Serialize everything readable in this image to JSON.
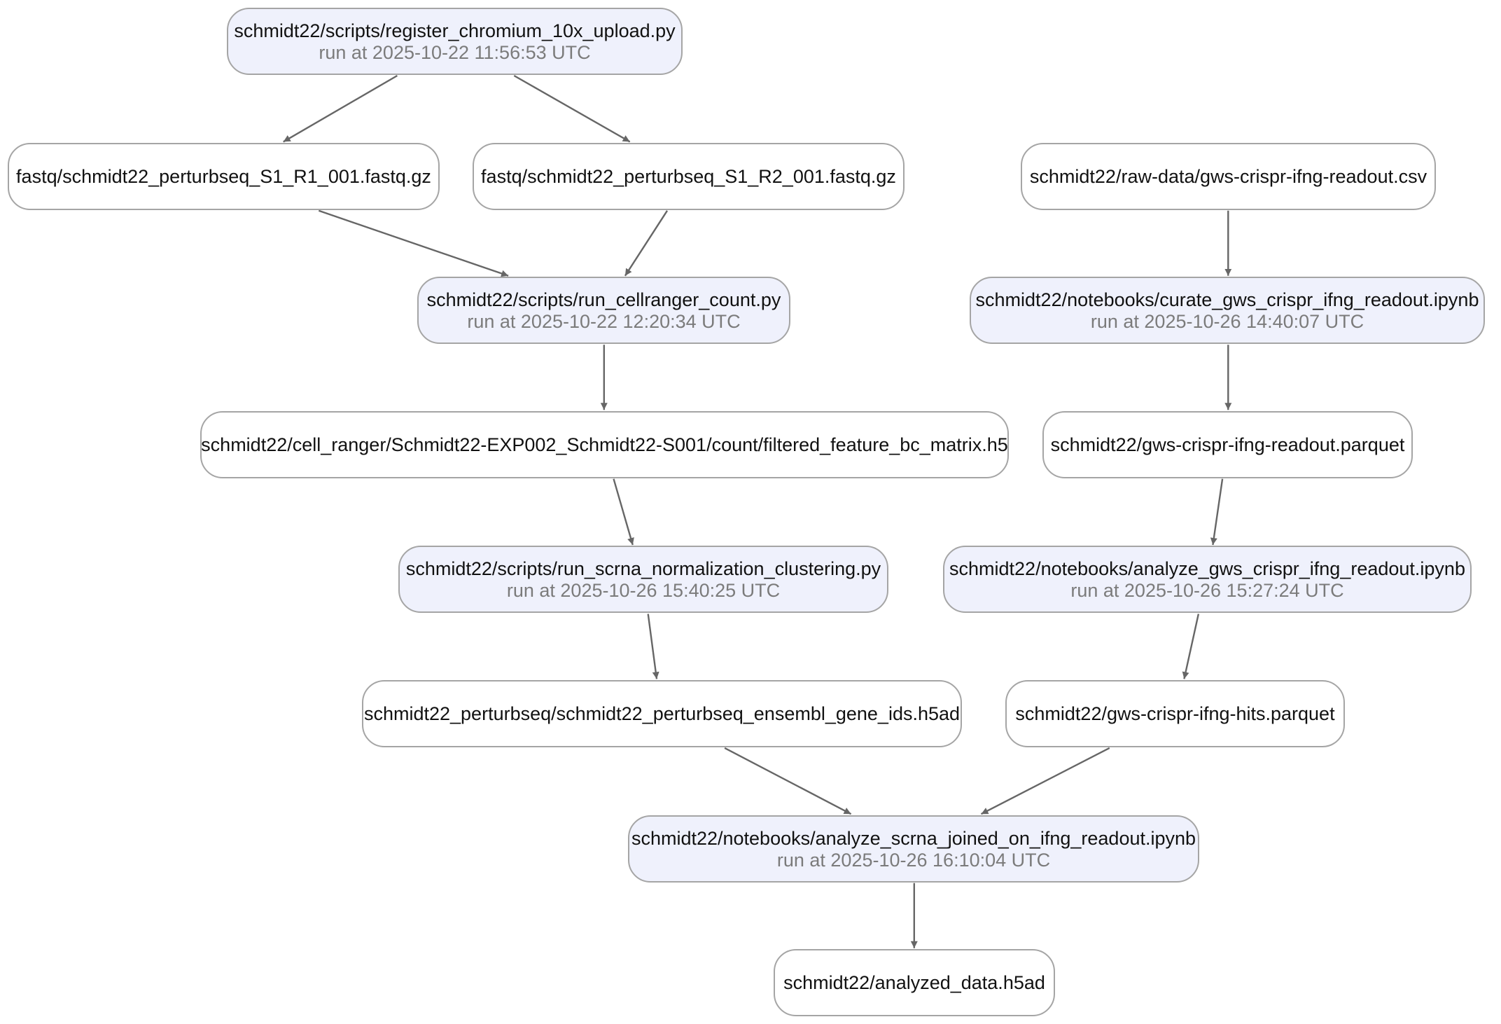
{
  "graph": {
    "nodes": [
      {
        "id": "n1",
        "kind": "run",
        "title": "schmidt22/scripts/register_chromium_10x_upload.py",
        "subtitle": "run at 2025-10-22 11:56:53 UTC"
      },
      {
        "id": "n2",
        "kind": "artifact",
        "title": "fastq/schmidt22_perturbseq_S1_R1_001.fastq.gz"
      },
      {
        "id": "n3",
        "kind": "artifact",
        "title": "fastq/schmidt22_perturbseq_S1_R2_001.fastq.gz"
      },
      {
        "id": "n4",
        "kind": "artifact",
        "title": "schmidt22/raw-data/gws-crispr-ifng-readout.csv"
      },
      {
        "id": "n5",
        "kind": "run",
        "title": "schmidt22/scripts/run_cellranger_count.py",
        "subtitle": "run at 2025-10-22 12:20:34 UTC"
      },
      {
        "id": "n6",
        "kind": "run",
        "title": "schmidt22/notebooks/curate_gws_crispr_ifng_readout.ipynb",
        "subtitle": "run at 2025-10-26 14:40:07 UTC"
      },
      {
        "id": "n7",
        "kind": "artifact",
        "title": "schmidt22/cell_ranger/Schmidt22-EXP002_Schmidt22-S001/count/filtered_feature_bc_matrix.h5"
      },
      {
        "id": "n8",
        "kind": "artifact",
        "title": "schmidt22/gws-crispr-ifng-readout.parquet"
      },
      {
        "id": "n9",
        "kind": "run",
        "title": "schmidt22/scripts/run_scrna_normalization_clustering.py",
        "subtitle": "run at 2025-10-26 15:40:25 UTC"
      },
      {
        "id": "n10",
        "kind": "run",
        "title": "schmidt22/notebooks/analyze_gws_crispr_ifng_readout.ipynb",
        "subtitle": "run at 2025-10-26 15:27:24 UTC"
      },
      {
        "id": "n11",
        "kind": "artifact",
        "title": "schmidt22_perturbseq/schmidt22_perturbseq_ensembl_gene_ids.h5ad"
      },
      {
        "id": "n12",
        "kind": "artifact",
        "title": "schmidt22/gws-crispr-ifng-hits.parquet"
      },
      {
        "id": "n13",
        "kind": "run",
        "title": "schmidt22/notebooks/analyze_scrna_joined_on_ifng_readout.ipynb",
        "subtitle": "run at 2025-10-26 16:10:04 UTC"
      },
      {
        "id": "n14",
        "kind": "artifact",
        "title": "schmidt22/analyzed_data.h5ad"
      }
    ],
    "edges": [
      [
        "n1",
        "n2"
      ],
      [
        "n1",
        "n3"
      ],
      [
        "n2",
        "n5"
      ],
      [
        "n3",
        "n5"
      ],
      [
        "n5",
        "n7"
      ],
      [
        "n7",
        "n9"
      ],
      [
        "n9",
        "n11"
      ],
      [
        "n4",
        "n6"
      ],
      [
        "n6",
        "n8"
      ],
      [
        "n8",
        "n10"
      ],
      [
        "n10",
        "n12"
      ],
      [
        "n11",
        "n13"
      ],
      [
        "n12",
        "n13"
      ],
      [
        "n13",
        "n14"
      ]
    ]
  },
  "colors": {
    "run_fill": "#eff1fc",
    "artifact_fill": "#ffffff",
    "border": "#a5a5a5",
    "edge": "#666666",
    "subtitle_text": "#7b7b7b"
  }
}
